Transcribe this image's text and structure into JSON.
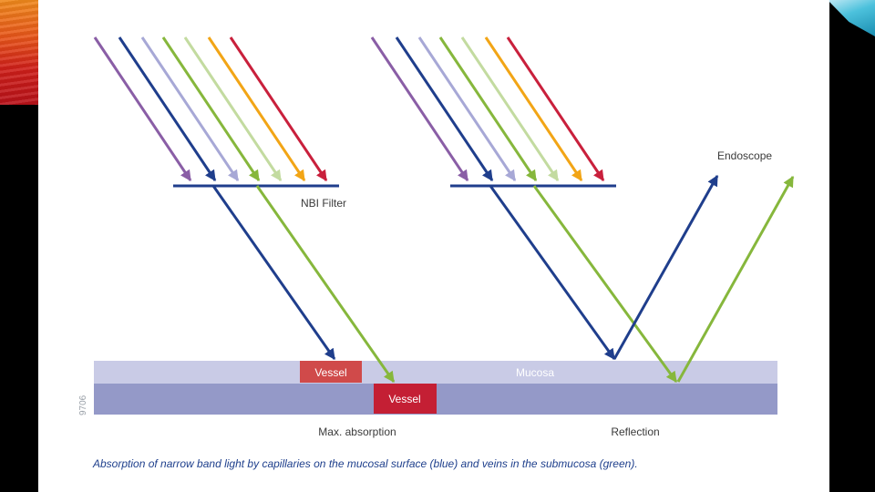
{
  "labels": {
    "nbi_filter": "NBI Filter",
    "endoscope": "Endoscope",
    "vessel_surface": "Vessel",
    "vessel_deep": "Vessel",
    "mucosa": "Mucosa",
    "max_absorption": "Max. absorption",
    "reflection": "Reflection",
    "figure_code": "9706"
  },
  "caption": "Absorption of narrow band light by capillaries on the mucosal surface (blue) and veins in the submucosa (green).",
  "colors": {
    "purple": "#8a5ea6",
    "blue": "#1f3e8c",
    "lavender": "#a7a8d6",
    "green": "#86b73c",
    "light_green": "#c3dba0",
    "orange": "#f2a516",
    "red": "#c9203c",
    "mucosa_layer": "#c9cbe6",
    "submucosa_layer": "#9499c8",
    "vessel_surface": "#d04a4a",
    "vessel_deep": "#c41f34",
    "filter": "#1f3e8c"
  }
}
